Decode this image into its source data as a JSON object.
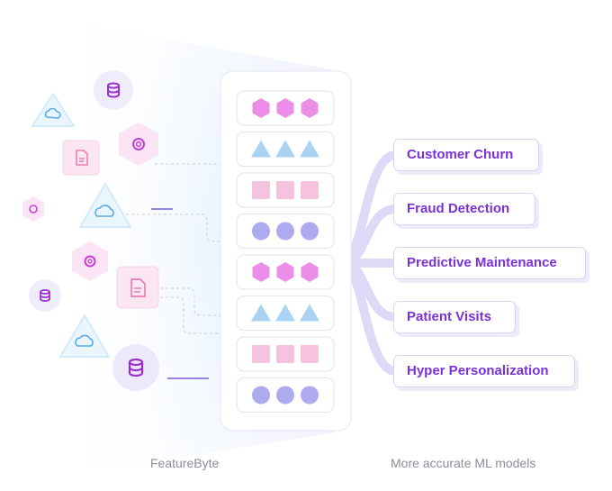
{
  "diagram": {
    "left_caption": "FeatureByte",
    "right_caption": "More accurate ML models",
    "outcomes": [
      "Customer Churn",
      "Fraud Detection",
      "Predictive Maintenance",
      "Patient Visits",
      "Hyper Personalization"
    ],
    "feature_rows": [
      {
        "shape": "hexagon",
        "color": "#ec8ee8"
      },
      {
        "shape": "triangle",
        "color": "#a9d3f0"
      },
      {
        "shape": "square",
        "color": "#f6c3de"
      },
      {
        "shape": "circle",
        "color": "#aeaaf0"
      },
      {
        "shape": "hexagon",
        "color": "#ec8ee8"
      },
      {
        "shape": "triangle",
        "color": "#a9d3f0"
      },
      {
        "shape": "square",
        "color": "#f6c3de"
      },
      {
        "shape": "circle",
        "color": "#aeaaf0"
      }
    ],
    "source_icons": [
      "cloud-icon",
      "database-icon",
      "settings-icon",
      "document-icon",
      "settings-icon",
      "cloud-icon",
      "settings-icon",
      "document-icon",
      "database-icon",
      "cloud-icon",
      "database-icon"
    ],
    "colors": {
      "accent": "#7a32d6",
      "connector": "#dcdaf7",
      "caption": "#8a8f9c"
    }
  }
}
